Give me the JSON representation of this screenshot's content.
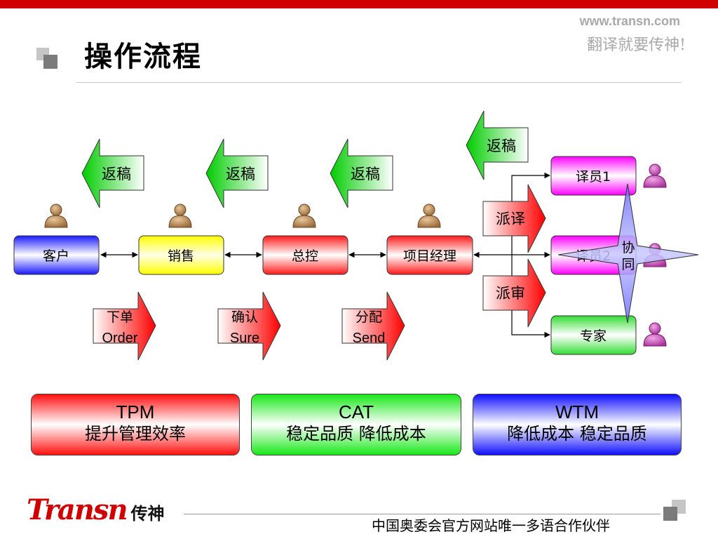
{
  "header": {
    "site_url": "www.transn.com",
    "slogan": "翻译就要传神!",
    "title": "操作流程"
  },
  "diagram": {
    "roles": [
      {
        "key": "customer",
        "label": "客户",
        "color": "#1a1aff"
      },
      {
        "key": "sales",
        "label": "销售",
        "color": "#ffff00"
      },
      {
        "key": "control",
        "label": "总控",
        "color": "#ff1a1a"
      },
      {
        "key": "pm",
        "label": "项目经理",
        "color": "#ff1a1a"
      }
    ],
    "team": [
      {
        "key": "translator1",
        "label": "译员1",
        "color": "#ff00ff"
      },
      {
        "key": "translator2",
        "label": "译员2",
        "color": "#ff00ff"
      },
      {
        "key": "expert",
        "label": "专家",
        "color": "#33dd33"
      }
    ],
    "return_label": "返稿",
    "forward_actions": [
      {
        "cn": "下单",
        "en": "Order"
      },
      {
        "cn": "确认",
        "en": "Sure"
      },
      {
        "cn": "分配",
        "en": "Send"
      }
    ],
    "dispatch_actions": [
      "派译",
      "派审"
    ],
    "collab_label": [
      "协",
      "同"
    ]
  },
  "summary": [
    {
      "title": "TPM",
      "subtitle": "提升管理效率",
      "color": "#ff1010"
    },
    {
      "title": "CAT",
      "subtitle": "稳定品质 降低成本",
      "color": "#18e818"
    },
    {
      "title": "WTM",
      "subtitle": "降低成本 稳定品质",
      "color": "#1010ff"
    }
  ],
  "footer": {
    "brand": "Transn",
    "brand_cn": "传神",
    "text": "中国奥委会官方网站唯一多语合作伙伴"
  }
}
